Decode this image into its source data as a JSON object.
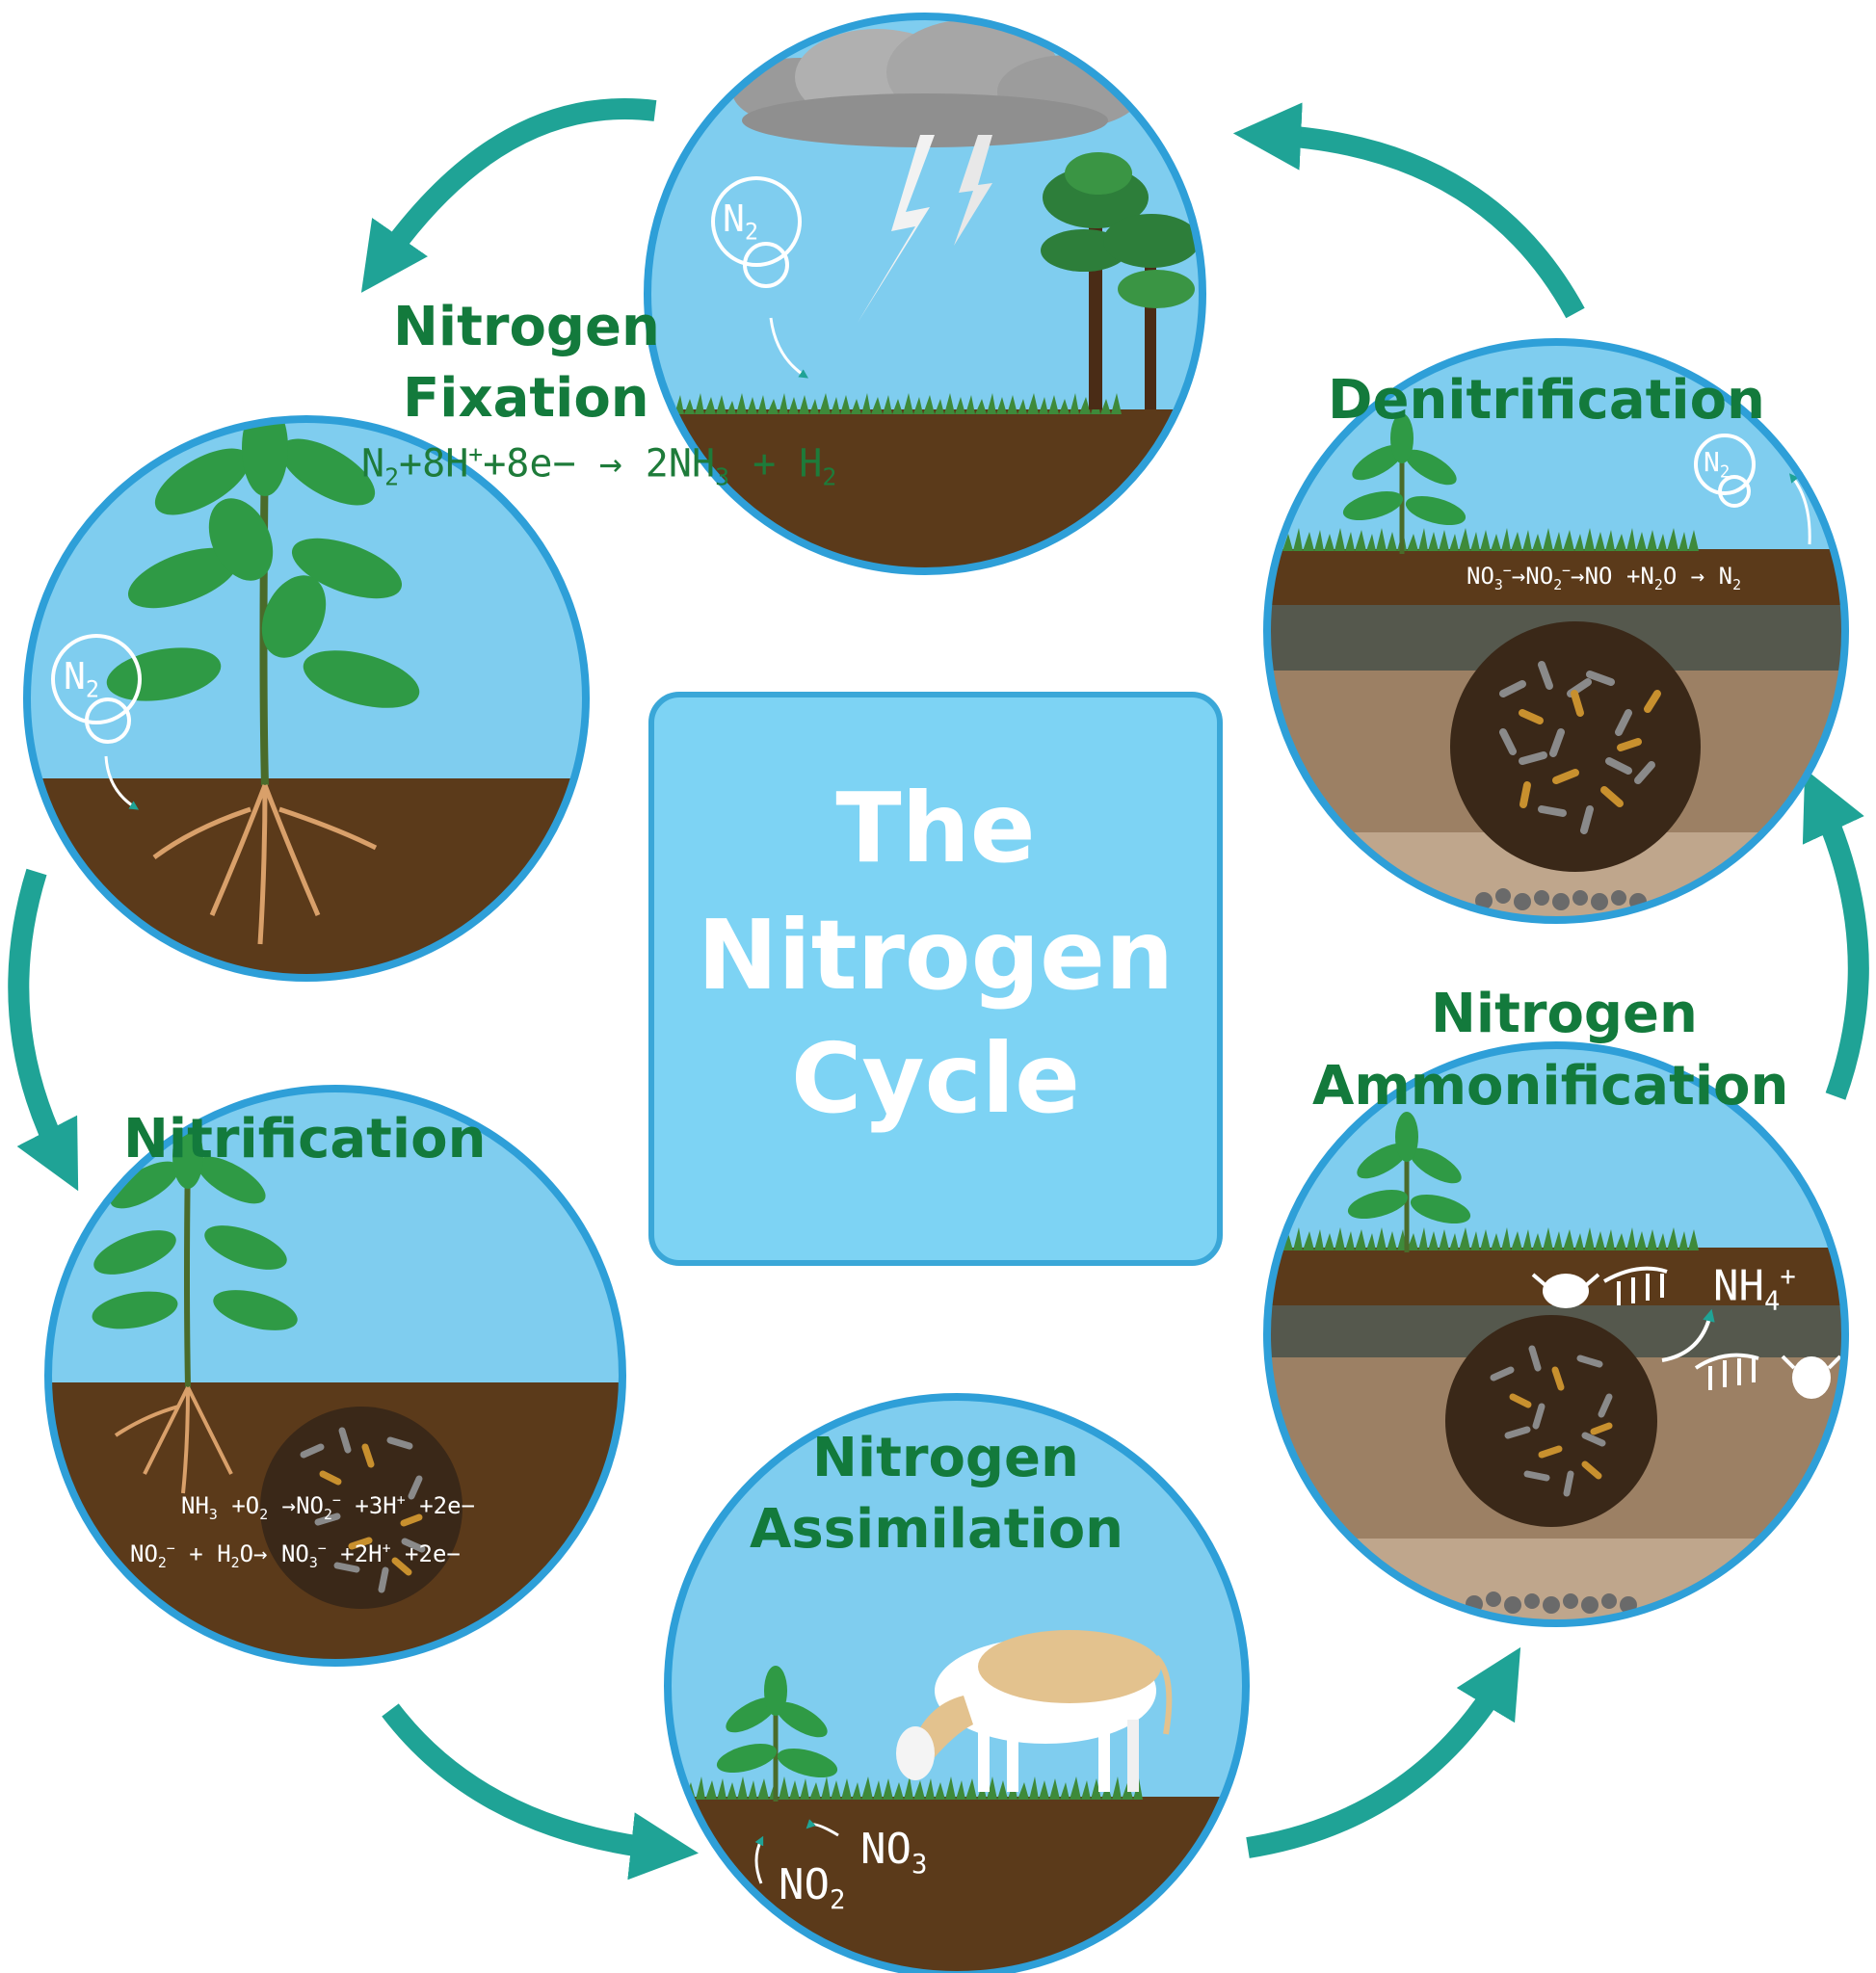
{
  "title": {
    "line1": "The",
    "line2": "Nitrogen",
    "line3": "Cycle"
  },
  "stages": {
    "fixation": {
      "label_line1": "Nitrogen",
      "label_line2": "Fixation",
      "equation": {
        "a": "N",
        "a_sub": "2",
        "b": "+8H",
        "b_sup": "+",
        "c": "+8e−",
        "d": "→ 2NH",
        "d_sub": "3",
        "e": "+ H",
        "e_sub": "2"
      },
      "gas": {
        "symbol": "N",
        "sub": "2"
      }
    },
    "denitrification": {
      "label": "Denitrification",
      "equation": {
        "a": "NO",
        "a_sub": "3",
        "a_sup": "−",
        "b": "→NO",
        "b_sub": "2",
        "b_sup": "−",
        "c": "→NO +N",
        "c_sub": "2",
        "d": "O → N",
        "d_sub": "2"
      },
      "gas": {
        "symbol": "N",
        "sub": "2"
      }
    },
    "ammonification": {
      "label_line1": "Nitrogen",
      "label_line2": "Ammonification",
      "product": {
        "symbol": "NH",
        "sub": "4",
        "sup": "+"
      }
    },
    "assimilation": {
      "label_line1": "Nitrogen",
      "label_line2": "Assimilation",
      "ion1": {
        "symbol": "NO",
        "sub": "3"
      },
      "ion2": {
        "symbol": "NO",
        "sub": "2"
      }
    },
    "nitrification": {
      "label": "Nitrification",
      "equation1": {
        "a": "NH",
        "a_sub": "3",
        "b": "+O",
        "b_sub": "2",
        "c": "→NO",
        "c_sub": "2",
        "c_sup": "−",
        "d": "+3H",
        "d_sup": "+",
        "e": "+2e−"
      },
      "equation2": {
        "a": "NO",
        "a_sub": "2",
        "a_sup": "−",
        "b": "+ H",
        "b_sub": "2",
        "c": "O→ NO",
        "c_sub": "3",
        "c_sup": "−",
        "d": "+2H",
        "d_sup": "+",
        "e": "+2e−"
      }
    },
    "plant": {
      "gas": {
        "symbol": "N",
        "sub": "2"
      }
    }
  },
  "colors": {
    "sky": "#7fcdef",
    "soil": "#5b3a1a",
    "soil_dark": "#4a2e14",
    "clay": "#9c8064",
    "sand": "#bfa68c",
    "rock_layer": "#55584d",
    "grass": "#3e8a3a",
    "leaf": "#2f9a45",
    "circle_border": "#2e9fd8",
    "arrow": "#1fa396",
    "label": "#137a3c",
    "title": "#ffffff",
    "center_box": "#7dd3f4"
  },
  "icons": [
    "cloud-icon",
    "lightning-icon",
    "tree-icon",
    "plant-icon",
    "cow-icon",
    "skull-icon",
    "ribcage-icon",
    "microbe-cluster-icon",
    "gas-bubble-icon"
  ]
}
